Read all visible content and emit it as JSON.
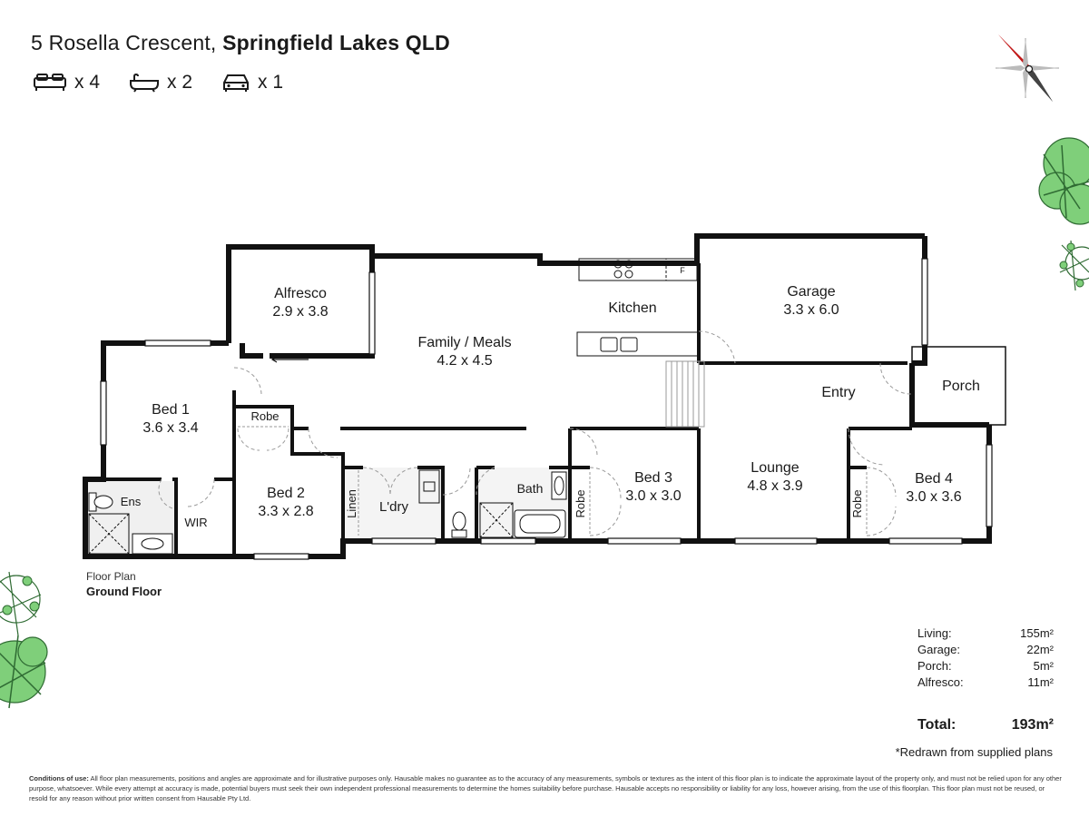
{
  "header": {
    "address": "5 Rosella Crescent,",
    "suburb": "Springfield Lakes QLD"
  },
  "features": {
    "bedrooms": "x 4",
    "bathrooms": "x 2",
    "car_spaces": "x 1"
  },
  "rooms": {
    "alfresco": {
      "name": "Alfresco",
      "size": "2.9 x 3.8"
    },
    "family": {
      "name": "Family / Meals",
      "size": "4.2 x 4.5"
    },
    "kitchen": {
      "name": "Kitchen"
    },
    "garage": {
      "name": "Garage",
      "size": "3.3 x 6.0"
    },
    "bed1": {
      "name": "Bed 1",
      "size": "3.6 x 3.4"
    },
    "bed2": {
      "name": "Bed 2",
      "size": "3.3 x 2.8"
    },
    "bed3": {
      "name": "Bed 3",
      "size": "3.0 x 3.0"
    },
    "bed4": {
      "name": "Bed 4",
      "size": "3.0 x 3.6"
    },
    "lounge": {
      "name": "Lounge",
      "size": "4.8 x 3.9"
    },
    "entry": {
      "name": "Entry"
    },
    "porch": {
      "name": "Porch"
    },
    "ens": {
      "name": "Ens"
    },
    "wir": {
      "name": "WIR"
    },
    "robe_bed2": {
      "name": "Robe"
    },
    "robe_bed3": {
      "name": "Robe"
    },
    "robe_bed4": {
      "name": "Robe"
    },
    "linen": {
      "name": "Linen"
    },
    "laundry": {
      "name": "L'dry"
    },
    "bath": {
      "name": "Bath"
    },
    "fridge": {
      "name": "F"
    }
  },
  "caption": {
    "line1": "Floor Plan",
    "line2": "Ground Floor"
  },
  "areas": [
    {
      "label": "Living:",
      "value": "155m²"
    },
    {
      "label": "Garage:",
      "value": "22m²"
    },
    {
      "label": "Porch:",
      "value": "5m²"
    },
    {
      "label": "Alfresco:",
      "value": "11m²"
    }
  ],
  "total": {
    "label": "Total:",
    "value": "193m²"
  },
  "note": "*Redrawn from supplied plans",
  "conditions": {
    "label": "Conditions of use:",
    "text": "All floor plan measurements, positions and angles are approximate and for illustrative purposes only. Hausable makes no guarantee as to the accuracy of any measurements, symbols or textures as the intent of this floor plan is to indicate the approximate layout of the property only, and must not be relied upon for any other purpose, whatsoever. While every attempt at accuracy is made, potential buyers must seek their own independent professional measurements to determine the homes suitability before purchase. Hausable accepts no responsibility or liability for any loss, however arising, from the use of this floorplan. This floor plan must not be reused, or resold for any reason without prior written consent from Hausable Pty Ltd."
  },
  "colors": {
    "wall": "#111111",
    "compass_north": "#e02020",
    "compass_south": "#1a1a1a",
    "tree": "#7fcf7a",
    "tree_dark": "#2f6b33"
  }
}
